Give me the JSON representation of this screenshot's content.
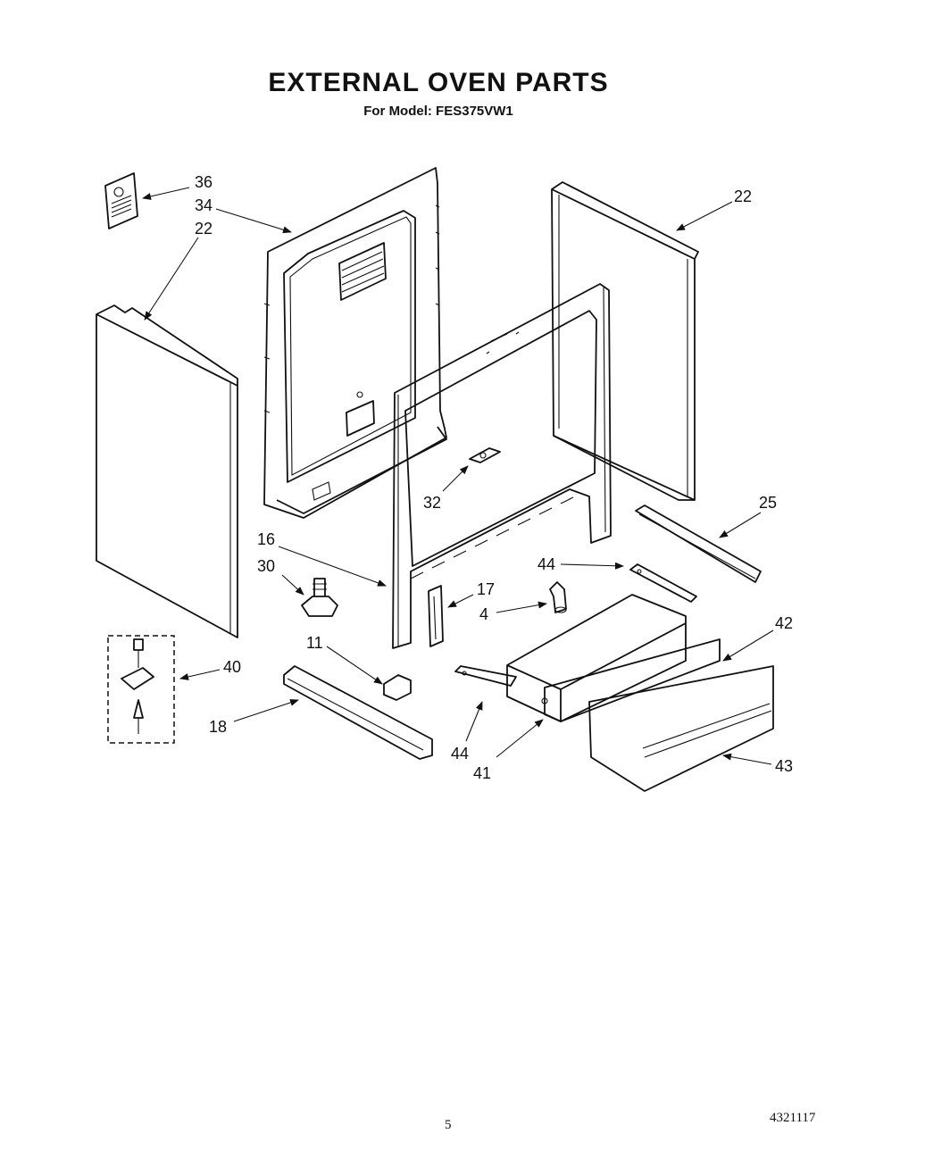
{
  "header": {
    "title": "EXTERNAL OVEN PARTS",
    "subtitle": "For Model: FES375VW1"
  },
  "footer": {
    "page_number": "5",
    "document_number": "4321117"
  },
  "callouts": {
    "c36": "36",
    "c34": "34",
    "c22a": "22",
    "c22b": "22",
    "c25": "25",
    "c32": "32",
    "c16": "16",
    "c30": "30",
    "c44a": "44",
    "c17": "17",
    "c4": "4",
    "c42": "42",
    "c11": "11",
    "c40": "40",
    "c18": "18",
    "c44b": "44",
    "c41": "41",
    "c43": "43"
  }
}
